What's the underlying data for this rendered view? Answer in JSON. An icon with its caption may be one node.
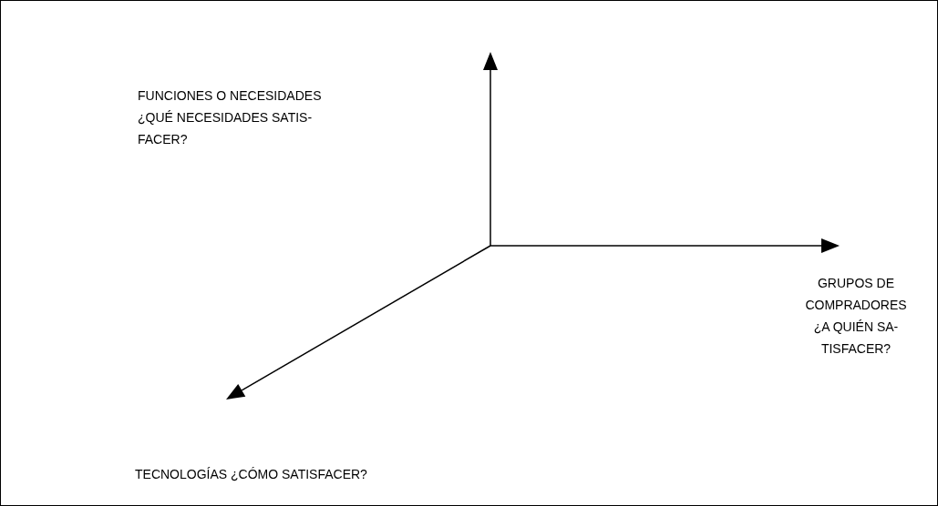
{
  "diagram": {
    "labels": [
      "FUNCIONES O NECESIDADES ¿QUÉ NECESIDADES SATIS- FACER?",
      "GRUPOS DE COMPRADORES ¿A QUIÉN SA- TISFACER?",
      "TECNOLOGÍAS ¿CÓMO SATISFACER?"
    ]
  }
}
